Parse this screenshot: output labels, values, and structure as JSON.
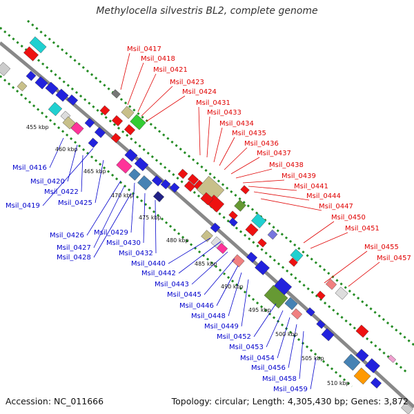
{
  "title": "Methylocella silvestris BL2, complete genome",
  "accession": "Accession: NC_011666",
  "topology": "Topology: circular; Length: 4,305,430 bp; Genes: 3,872",
  "colors": {
    "top_label": "#e00000",
    "bottom_label": "#0000cc",
    "axis": "#888888",
    "track_dots": "#228b22"
  },
  "kbp_ticks": [
    "455 kbp",
    "460 kbp",
    "465 kbp",
    "470 kbp",
    "475 kbp",
    "480 kbp",
    "485 kbp",
    "490 kbp",
    "495 kbp",
    "500 kbp",
    "505 kbp",
    "510 kbp"
  ],
  "top_genes": [
    "Msil_0417",
    "Msil_0418",
    "Msil_0421",
    "Msil_0423",
    "Msil_0424",
    "Msil_0431",
    "Msil_0433",
    "Msil_0434",
    "Msil_0435",
    "Msil_0436",
    "Msil_0437",
    "Msil_0438",
    "Msil_0439",
    "Msil_0441",
    "Msil_0444",
    "Msil_0447",
    "Msil_0450",
    "Msil_0451",
    "Msil_0455",
    "Msil_0457"
  ],
  "bottom_genes": [
    "Msil_0416",
    "Msil_0420",
    "Msil_0422",
    "Msil_0419",
    "Msil_0425",
    "Msil_0426",
    "Msil_0429",
    "Msil_0427",
    "Msil_0428",
    "Msil_0430",
    "Msil_0432",
    "Msil_0440",
    "Msil_0442",
    "Msil_0443",
    "Msil_0445",
    "Msil_0446",
    "Msil_0448",
    "Msil_0449",
    "Msil_0452",
    "Msil_0453",
    "Msil_0454",
    "Msil_0456",
    "Msil_0458",
    "Msil_0459"
  ]
}
